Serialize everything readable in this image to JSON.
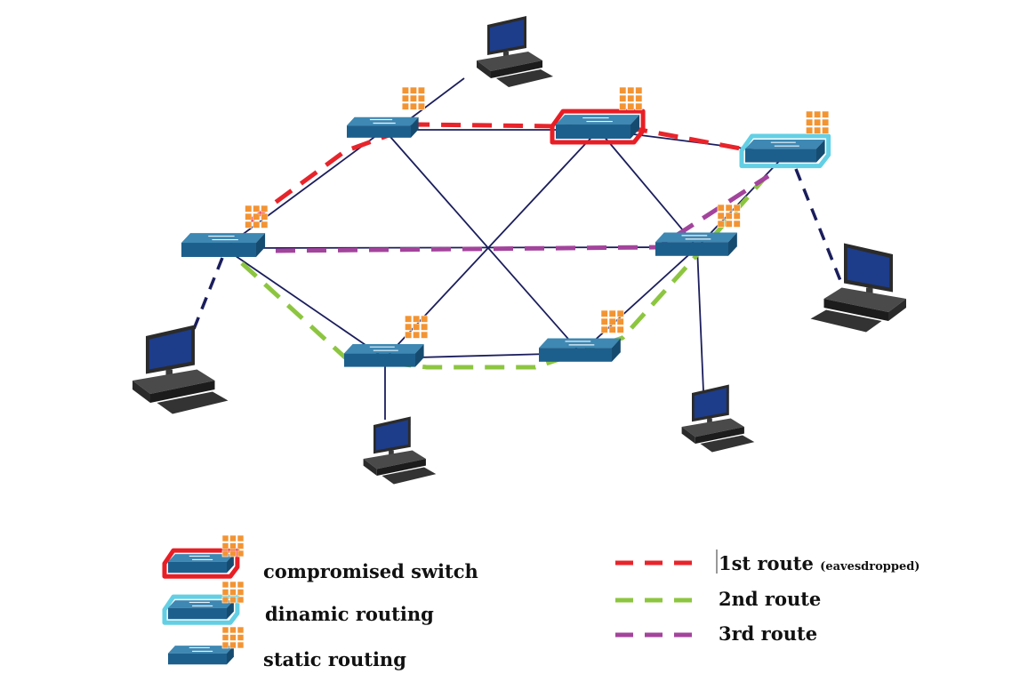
{
  "colors": {
    "link": "#1b1e5c",
    "route1": "#e8242b",
    "route2": "#8cc63f",
    "route3": "#a3449c",
    "pcLink": "#1b1e5c",
    "switchTop": "#3e88b3",
    "switchFront": "#1d5f8c",
    "switchSide": "#164b70",
    "compromisedOutline": "#e81e25",
    "dynamicOutline": "#63cfe4",
    "grid": "#f39433",
    "pcFrame": "#2b2b2b",
    "pcScreen": "#1d3c8a"
  },
  "switches": [
    {
      "id": "s1",
      "type": "static"
    },
    {
      "id": "s2",
      "type": "compromised"
    },
    {
      "id": "s3",
      "type": "dynamic"
    },
    {
      "id": "s4",
      "type": "static"
    },
    {
      "id": "s5",
      "type": "static"
    },
    {
      "id": "s6",
      "type": "static"
    },
    {
      "id": "s7",
      "type": "static"
    }
  ],
  "links": [
    [
      "s1",
      "s2"
    ],
    [
      "s2",
      "s3"
    ],
    [
      "s1",
      "s4"
    ],
    [
      "s1",
      "s7"
    ],
    [
      "s2",
      "s5"
    ],
    [
      "s2",
      "s6"
    ],
    [
      "s4",
      "s6"
    ],
    [
      "s3",
      "s6"
    ],
    [
      "s4",
      "s5"
    ],
    [
      "s5",
      "s7"
    ],
    [
      "s7",
      "s6"
    ],
    [
      "s6",
      "pc5"
    ],
    [
      "s5",
      "pc4"
    ]
  ],
  "routes": [
    {
      "id": "route1",
      "path": [
        "s4",
        "s1",
        "s2",
        "s3"
      ]
    },
    {
      "id": "route2",
      "path": [
        "s4",
        "s5",
        "s7",
        "s6",
        "s3"
      ]
    },
    {
      "id": "route3",
      "path": [
        "s4",
        "s6",
        "s3"
      ]
    }
  ],
  "legend": {
    "compromised": "compromised switch",
    "dynamic": "dinamic routing",
    "static": "static routing",
    "route1": "1st route",
    "route1_note": "(eavesdropped)",
    "route2": "2nd route",
    "route3": "3rd route"
  }
}
